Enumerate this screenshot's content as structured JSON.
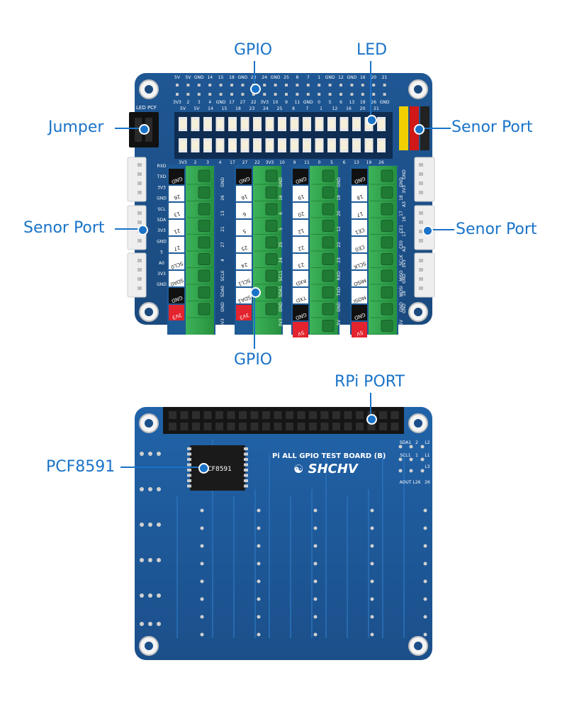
{
  "callouts": {
    "gpio_top": "GPIO",
    "led": "LED",
    "jumper": "Jumper",
    "senor_port_top_right": "Senor Port",
    "senor_port_left": "Senor Port",
    "senor_port_right": "Senor Port",
    "gpio_bottom": "GPIO",
    "rpi_port": "RPi PORT",
    "pcf8591": "PCF8591"
  },
  "board_top": {
    "jumper_label": "LED PCF",
    "header_row_top": [
      "5V",
      "5V",
      "GND",
      "14",
      "15",
      "18",
      "GND",
      "23",
      "24",
      "GND",
      "25",
      "8",
      "7",
      "1",
      "GND",
      "12",
      "GND",
      "16",
      "20",
      "21"
    ],
    "header_row_bottom": [
      "3V3",
      "2",
      "3",
      "4",
      "GND",
      "17",
      "27",
      "22",
      "3V3",
      "10",
      "9",
      "11",
      "GND",
      "0",
      "5",
      "6",
      "13",
      "19",
      "26",
      "GND"
    ],
    "led_label_row": [
      "5V",
      "5V",
      "14",
      "15",
      "18",
      "23",
      "24",
      "25",
      "8",
      "7",
      "1",
      "12",
      "16",
      "20",
      "21"
    ],
    "led_label_row2": [
      "3V3",
      "2",
      "3",
      "4",
      "17",
      "27",
      "22",
      "3V3",
      "10",
      "9",
      "11",
      "0",
      "5",
      "6",
      "13",
      "19",
      "26"
    ],
    "left_port_labels": [
      "RXD",
      "TXD",
      "3V3",
      "GND",
      "SCL",
      "SDA",
      "3V3",
      "GND",
      "5",
      "A0",
      "3V3",
      "GND"
    ],
    "right_port_labels": [
      "GND",
      "3V3",
      "A3",
      "16",
      "17",
      "A2",
      "3V3",
      "GND",
      "18",
      "GND"
    ],
    "terminal_blocks": [
      {
        "labels": [
          "GND",
          "26",
          "13",
          "21",
          "27",
          "SCL0",
          "SDA0",
          "GND",
          "3V3"
        ]
      },
      {
        "labels": [
          "GND",
          "16",
          "6",
          "5",
          "25",
          "24",
          "SCL1",
          "SDA1",
          "3V3"
        ]
      },
      {
        "labels": [
          "GND",
          "19",
          "20",
          "12",
          "22",
          "23",
          "RXD",
          "TXD",
          "GND",
          "5V"
        ]
      },
      {
        "labels": [
          "GND",
          "18",
          "17",
          "CE1",
          "CE0",
          "SCLK",
          "MISO",
          "MOSI",
          "GND",
          "5V"
        ]
      }
    ],
    "column_side_labels": [
      [
        "3V3",
        "GND",
        "SDA0",
        "SCL0",
        "4",
        "27",
        "21",
        "13",
        "26",
        "GND"
      ],
      [
        "3V3",
        "GND",
        "SDA1",
        "SCL1",
        "24",
        "25",
        "5",
        "6",
        "16",
        "GND"
      ],
      [
        "5V",
        "GND",
        "TXD",
        "RXD",
        "23",
        "22",
        "12",
        "20",
        "19",
        "GND"
      ],
      [
        "5V",
        "GND",
        "MOSI",
        "MISO",
        "SCLK",
        "CE0",
        "CE1",
        "17",
        "18",
        "GND"
      ]
    ]
  },
  "board_bottom": {
    "title": "Pi ALL GPIO TEST BOARD (B)",
    "brand": "SHCHV",
    "chip_marking": "PCF8591",
    "corner_labels": [
      "SDA1",
      "2",
      "L2",
      "SCL1",
      "1",
      "L1",
      "3",
      "L3",
      "AOUT",
      "L26",
      "26"
    ]
  },
  "colors": {
    "pcb_blue": "#1e4f86",
    "pcb_dark": "#173e6b",
    "terminal_green": "#2fa24a",
    "callout_blue": "#1a73c8",
    "jumper_yellow": "#f0d000",
    "jumper_red": "#d01818"
  }
}
